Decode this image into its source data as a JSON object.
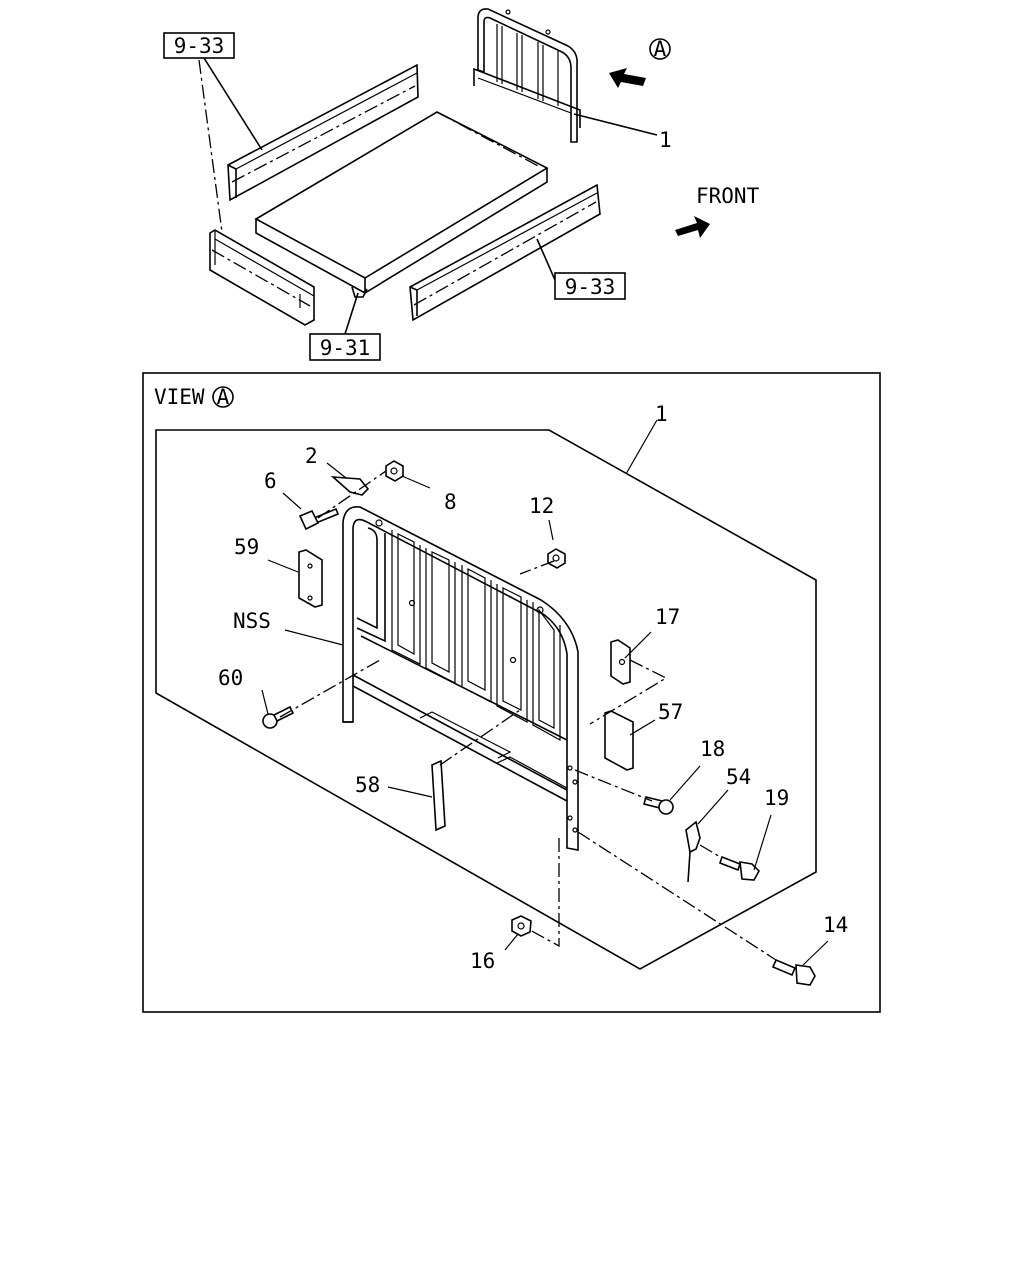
{
  "top_view": {
    "ref_labels": [
      "9-33",
      "9-33",
      "9-31"
    ],
    "callout_1": "1",
    "view_marker": "A",
    "front_label": "FRONT"
  },
  "view_a": {
    "title_prefix": "VIEW",
    "title_marker": "A",
    "callouts": {
      "p1": "1",
      "p2": "2",
      "p6": "6",
      "p8": "8",
      "p12": "12",
      "p59": "59",
      "nss": "NSS",
      "p17": "17",
      "p60": "60",
      "p57": "57",
      "p18": "18",
      "p54": "54",
      "p19": "19",
      "p58": "58",
      "p14": "14",
      "p16": "16"
    }
  }
}
